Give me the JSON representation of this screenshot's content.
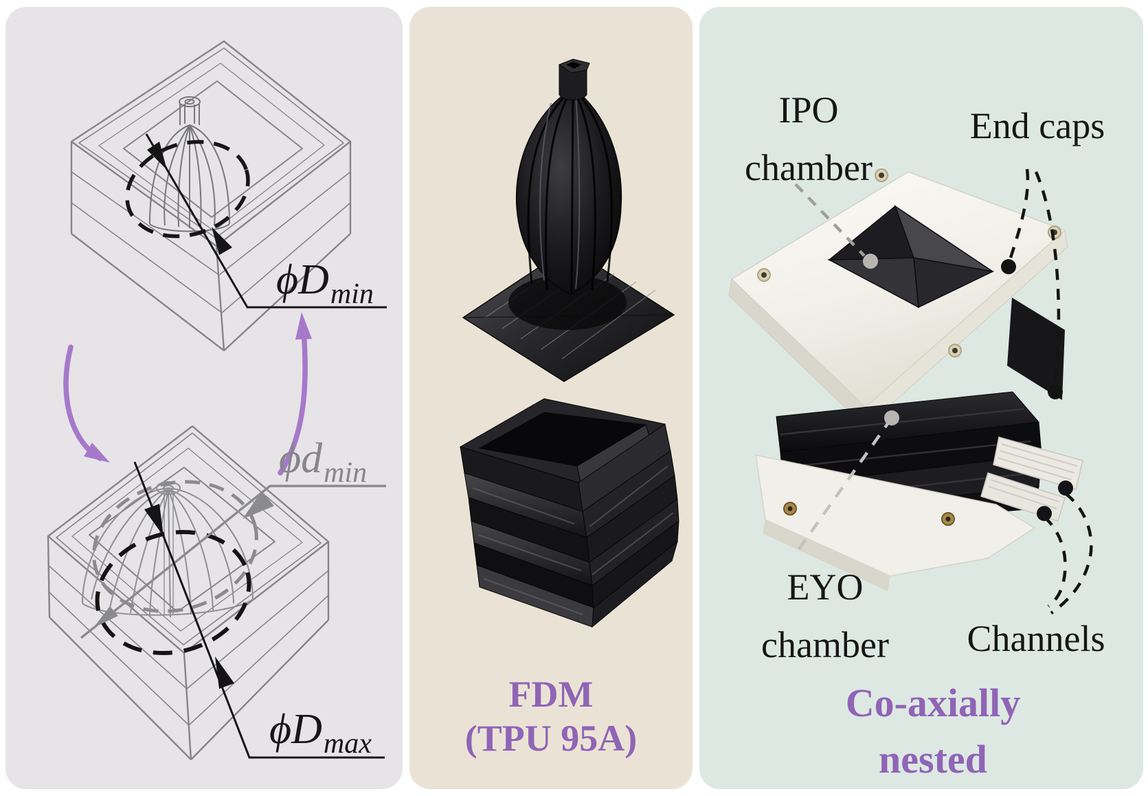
{
  "figure": {
    "left_panel": {
      "dim_labels": {
        "dmin": {
          "main": "ϕD",
          "sub": "min"
        },
        "dsmall_min": {
          "main": "ϕd",
          "sub": "min"
        },
        "dmax": {
          "main": "ϕD",
          "sub": "max"
        }
      }
    },
    "middle_panel": {
      "caption": {
        "line1": "FDM",
        "line2": "(TPU 95A)"
      }
    },
    "right_panel": {
      "labels": {
        "ipo_line1": "IPO",
        "ipo_line2": "chamber",
        "end_caps": "End caps",
        "eyo_line1": "EYO",
        "eyo_line2": "chamber",
        "channels": "Channels"
      },
      "caption": {
        "line1": "Co-axially",
        "line2": "nested"
      }
    },
    "colors": {
      "left_bg": "#e6e4e7",
      "middle_bg": "#eae3d5",
      "right_bg": "#dde8e3",
      "accent_purple": "#9064b6",
      "arrow_purple": "#a678ca",
      "label_black": "#161616",
      "label_gray": "#85858a"
    }
  }
}
